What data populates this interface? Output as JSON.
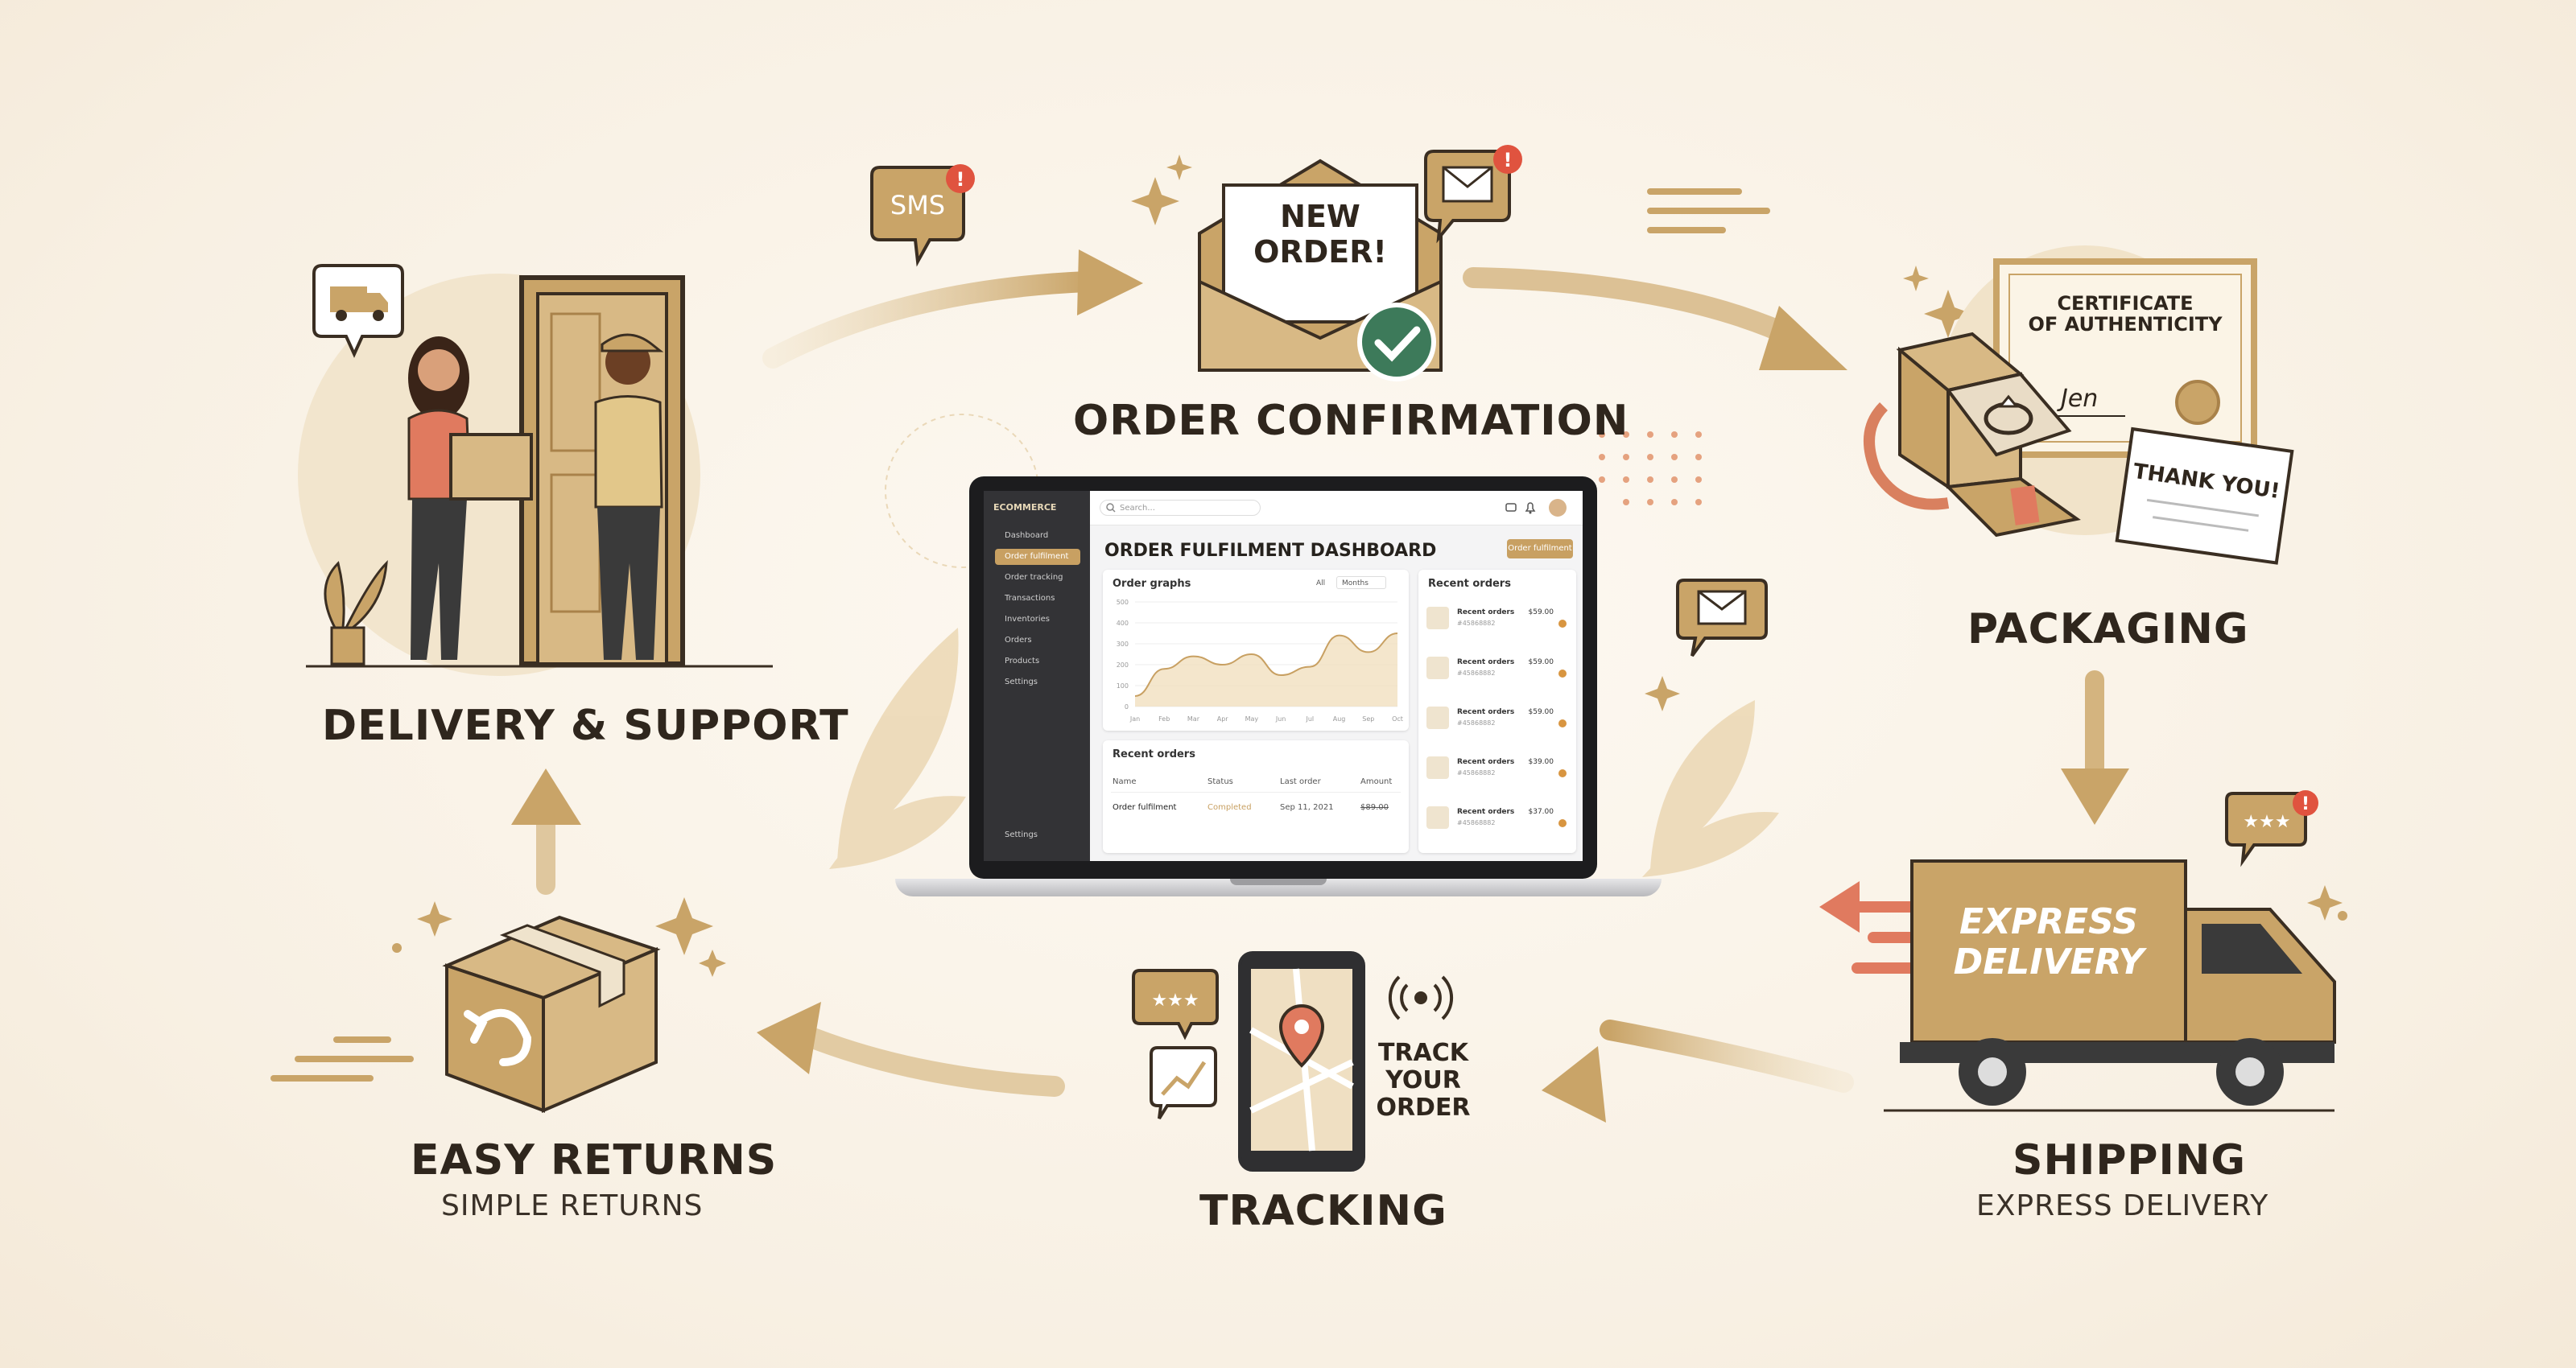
{
  "stages": {
    "confirmation": {
      "title": "ORDER CONFIRMATION",
      "envelope_line1": "NEW",
      "envelope_line2": "ORDER!",
      "sms_label": "SMS"
    },
    "packaging": {
      "title": "PACKAGING",
      "certificate_line1": "CERTIFICATE",
      "certificate_line2": "OF AUTHENTICITY",
      "signature": "Jen",
      "thank_you": "THANK YOU!"
    },
    "shipping": {
      "title": "SHIPPING",
      "subtitle": "EXPRESS DELIVERY",
      "truck_line1": "EXPRESS",
      "truck_line2": "DELIVERY"
    },
    "tracking": {
      "title": "TRACKING",
      "track_line1": "TRACK",
      "track_line2": "YOUR",
      "track_line3": "ORDER"
    },
    "returns": {
      "title": "EASY RETURNS",
      "subtitle": "SIMPLE RETURNS"
    },
    "delivery": {
      "title": "DELIVERY & SUPPORT"
    }
  },
  "dashboard": {
    "brand": "ECOMMERCE",
    "search_placeholder": "Search...",
    "title": "ORDER FULFILMENT DASHBOARD",
    "button": "Order fulfilment",
    "sidebar": [
      "Dashboard",
      "Order fulfilment",
      "Order tracking",
      "Transactions",
      "Inventories",
      "Orders",
      "Products",
      "Settings"
    ],
    "sidebar_footer": "Settings",
    "order_graphs": {
      "title": "Order graphs",
      "filter": "All",
      "period": "Months",
      "y_ticks": [
        "500",
        "400",
        "300",
        "200",
        "100",
        "0"
      ]
    },
    "recent_orders_table": {
      "title": "Recent orders",
      "headers": [
        "Name",
        "Status",
        "Last order",
        "Amount"
      ],
      "row": [
        "Order fulfilment",
        "Completed",
        "Sep 11, 2021",
        "$89.00"
      ]
    },
    "recent_orders_list": {
      "title": "Recent orders",
      "items": [
        {
          "name": "Recent orders",
          "id": "#45868882",
          "price": "$59.00"
        },
        {
          "name": "Recent orders",
          "id": "#45868882",
          "price": "$59.00"
        },
        {
          "name": "Recent orders",
          "id": "#45868882",
          "price": "$59.00"
        },
        {
          "name": "Recent orders",
          "id": "#45868882",
          "price": "$39.00"
        },
        {
          "name": "Recent orders",
          "id": "#45868882",
          "price": "$37.00"
        }
      ]
    },
    "chart_data": {
      "type": "area",
      "x": [
        "Jan",
        "Feb",
        "Mar",
        "Apr",
        "May",
        "Jun",
        "Jul",
        "Aug",
        "Sep",
        "Oct"
      ],
      "values": [
        50,
        180,
        240,
        200,
        250,
        150,
        190,
        340,
        260,
        350
      ],
      "ylim": [
        0,
        500
      ],
      "title": "Order graphs",
      "xlabel": "",
      "ylabel": ""
    }
  },
  "colors": {
    "gold": "#c9a468",
    "gold_dark": "#a9824a",
    "accent_red": "#e0533f",
    "check_green": "#3d7a5a",
    "ink": "#2f261d"
  }
}
